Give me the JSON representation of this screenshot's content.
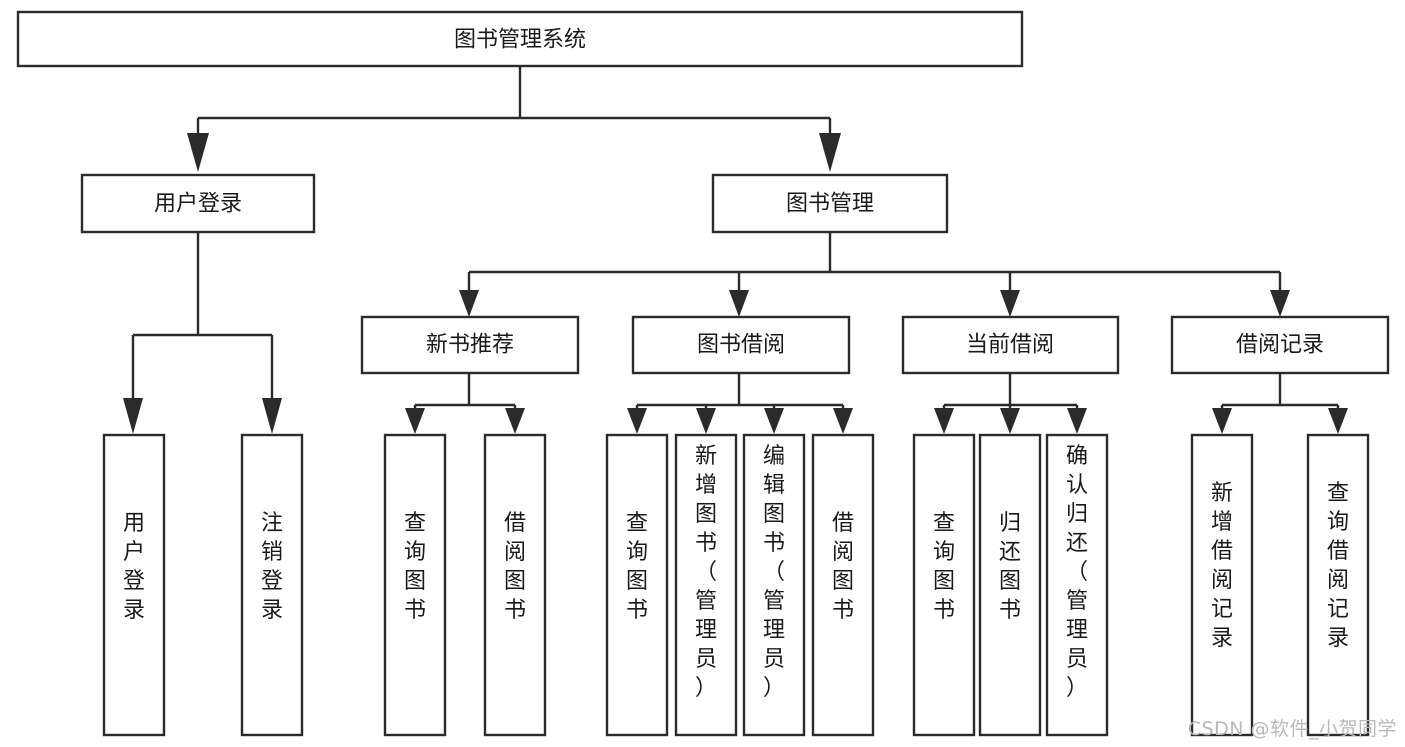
{
  "diagram": {
    "type": "tree-hierarchy",
    "title": "图书管理系统",
    "watermark": "CSDN @软件_小贺同学",
    "colors": {
      "stroke": "#2b2b2b",
      "fill": "#ffffff",
      "text": "#1a1a1a",
      "watermark": "#b9b9b9"
    },
    "root": {
      "label": "图书管理系统"
    },
    "level2": [
      {
        "label": "用户登录"
      },
      {
        "label": "图书管理"
      }
    ],
    "level3": [
      {
        "label": "新书推荐"
      },
      {
        "label": "图书借阅"
      },
      {
        "label": "当前借阅"
      },
      {
        "label": "借阅记录"
      }
    ],
    "leaves": {
      "user_login": [
        {
          "label": "用户登录"
        },
        {
          "label": "注销登录"
        }
      ],
      "new_book_recommend": [
        {
          "label": "查询图书"
        },
        {
          "label": "借阅图书"
        }
      ],
      "book_borrow": [
        {
          "label": "查询图书"
        },
        {
          "label": "新增图书（管理员）"
        },
        {
          "label": "编辑图书（管理员）"
        },
        {
          "label": "借阅图书"
        }
      ],
      "current_borrow": [
        {
          "label": "查询图书"
        },
        {
          "label": "归还图书"
        },
        {
          "label": "确认归还（管理员）"
        }
      ],
      "borrow_record": [
        {
          "label": "新增借阅记录"
        },
        {
          "label": "查询借阅记录"
        }
      ]
    }
  }
}
